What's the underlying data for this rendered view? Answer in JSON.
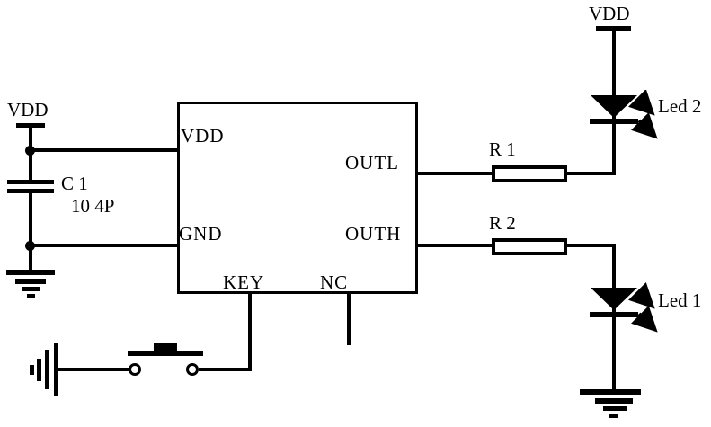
{
  "colors": {
    "stroke": "#000000",
    "background": "#ffffff"
  },
  "power": {
    "vdd_left_label": "VDD",
    "vdd_right_label": "VDD"
  },
  "capacitor": {
    "designator": "C 1",
    "value": "10 4P"
  },
  "ic": {
    "pins": {
      "vdd": "VDD",
      "gnd": "GND",
      "outl": "OUTL",
      "outh": "OUTH",
      "key": "KEY",
      "nc": "NC"
    }
  },
  "resistors": {
    "r1_label": "R 1",
    "r2_label": "R 2"
  },
  "leds": {
    "led2_label": "Led 2",
    "led1_label": "Led 1"
  }
}
